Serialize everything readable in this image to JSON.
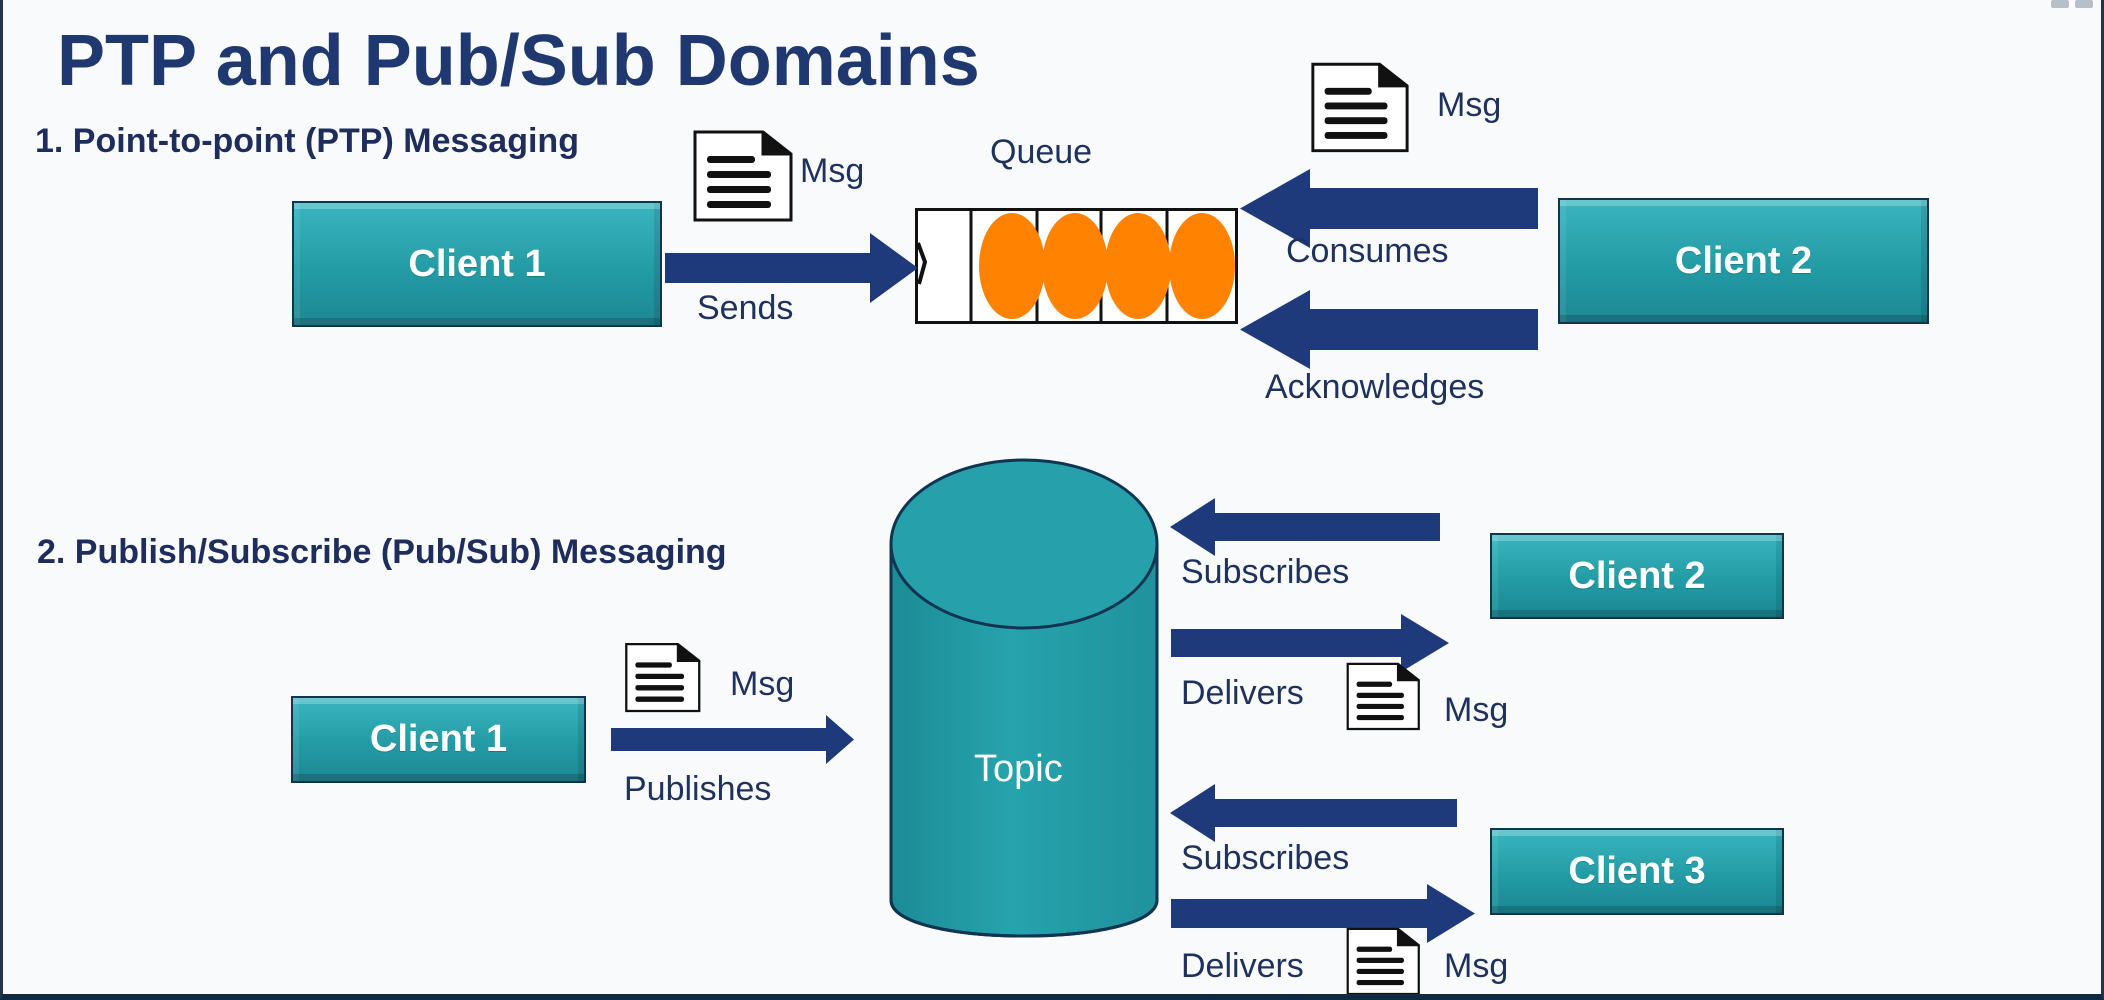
{
  "title": "PTP and Pub/Sub Domains",
  "ptp": {
    "heading": "1. Point-to-point (PTP) Messaging",
    "client1": "Client 1",
    "client2": "Client 2",
    "queue_label": "Queue",
    "sends_label": "Sends",
    "consumes_label": "Consumes",
    "acknowledges_label": "Acknowledges",
    "msg_left": "Msg",
    "msg_right": "Msg"
  },
  "pubsub": {
    "heading": "2. Publish/Subscribe (Pub/Sub) Messaging",
    "client1": "Client 1",
    "client2": "Client 2",
    "client3": "Client 3",
    "topic_label": "Topic",
    "publishes_label": "Publishes",
    "subscribes_top": "Subscribes",
    "delivers_top": "Delivers",
    "subscribes_bottom": "Subscribes",
    "delivers_bottom": "Delivers",
    "msg_left": "Msg",
    "msg_top": "Msg",
    "msg_bottom": "Msg"
  },
  "icons": {
    "document": "document-icon",
    "message_oval": "message-oval-icon",
    "right_arrow": "right-arrow-icon",
    "left_arrow": "left-arrow-icon",
    "topic_cylinder": "topic-cylinder-icon"
  },
  "colors": {
    "title": "#1f3870",
    "text": "#1f315d",
    "arrow": "#1f3a7a",
    "client": "#229aa4",
    "queue_message": "#ff8200",
    "topic": "#25a1aa"
  }
}
